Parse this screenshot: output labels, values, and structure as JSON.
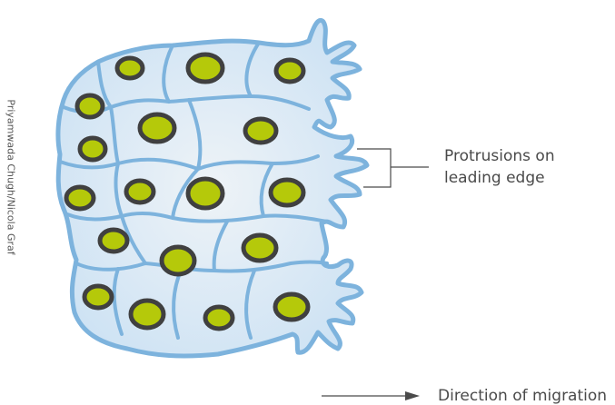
{
  "credit": "Priyamwada Chugh/Nicola Graf",
  "protrusion_label": [
    "Protrusions on",
    "leading edge"
  ],
  "migration_label": "Direction of migration",
  "colors": {
    "cell_fill": "#cfe3f4",
    "cell_fill_center": "#eef3f7",
    "cell_outline": "#7db3dd",
    "nucleus": "#b5c90a",
    "nucleus_outline": "#404040",
    "line": "#4a4a4a"
  }
}
